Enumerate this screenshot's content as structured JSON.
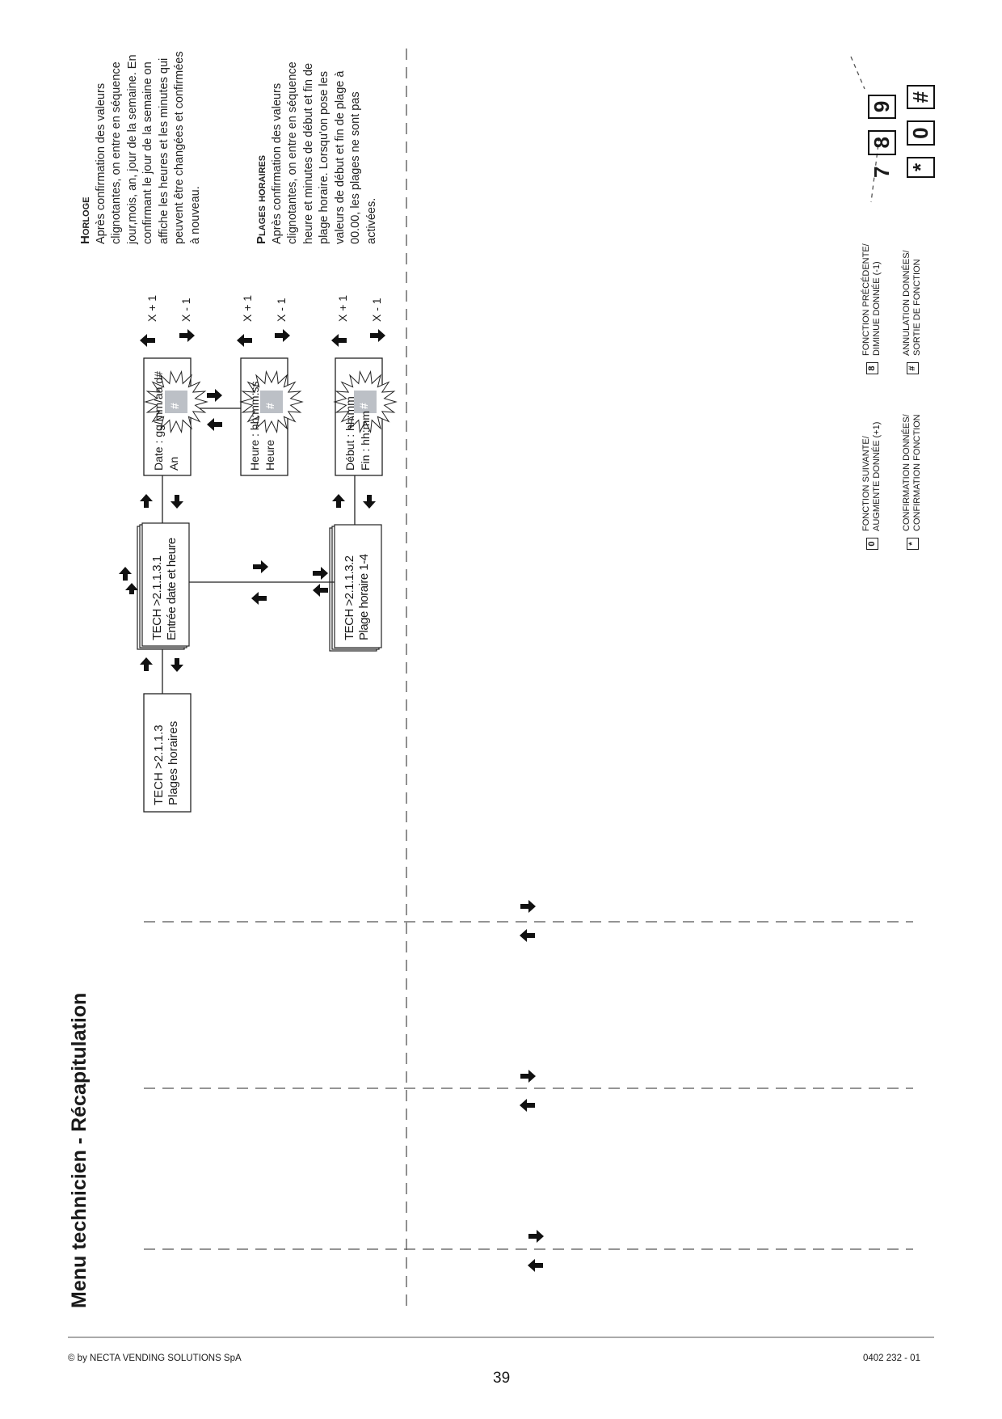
{
  "title": "Menu technicien - Récapitulation",
  "boxes": {
    "plages": {
      "line1": "TECH >2.1.1.3",
      "line2": "Plages horaires"
    },
    "entree": {
      "line1": "TECH >2.1.1.3.1",
      "line2": "Entrée date et heure"
    },
    "plage14": {
      "line1": "TECH >2.1.1.3.2",
      "line2": "Plage horaire 1-4"
    },
    "date": {
      "line1": "Date : gg/mm/aa d#",
      "line2": "An"
    },
    "heure": {
      "line1": "Heure : hh:mm:ss",
      "line2": "Heure"
    },
    "debut": {
      "line1": "Début : hh:mm",
      "line2": "Fin : hh:mm"
    }
  },
  "labels": {
    "plus": "X + 1",
    "minus": "X - 1",
    "hash": "#"
  },
  "description": {
    "horloge_title": "Horloge",
    "horloge_text": "Après confirmation des valeurs clignotantes, on entre en séquence jour,mois, an, jour de la semaine. En confirmant le jour de la semaine on affiche les heures et les minutes qui peuvent être changées et confirmées à nouveau.",
    "plages_title": "Plages horaires",
    "plages_text": "Après confirmation des valeurs clignotantes, on entre en séquence heure et minutes de début et fin de plage horaire. Lorsqu'on pose les valeurs de début et fin de plage à 00.00, les plages ne sont pas activées."
  },
  "legend": [
    {
      "key": "0",
      "line1": "FONCTION SUIVANTE/",
      "line2": "AUGMENTE DONNÉE (+1)"
    },
    {
      "key": "8",
      "line1": "FONCTION PRÉCÉDENTE/",
      "line2": "DIMINUE DONNÉE (-1)"
    },
    {
      "key": "*",
      "line1": "CONFIRMATION DONNÉES/",
      "line2": "CONFIRMATION FONCTION"
    },
    {
      "key": "#",
      "line1": "ANNULATION DONNÉES/",
      "line2": "SORTIE DE FONCTION"
    }
  ],
  "keypad": {
    "row1": [
      "7",
      "8",
      "9"
    ],
    "row2": [
      "*",
      "0",
      "#"
    ]
  },
  "footer": {
    "copyright": "© by NECTA VENDING SOLUTIONS SpA",
    "page": "39",
    "code": "0402 232 - 01"
  }
}
